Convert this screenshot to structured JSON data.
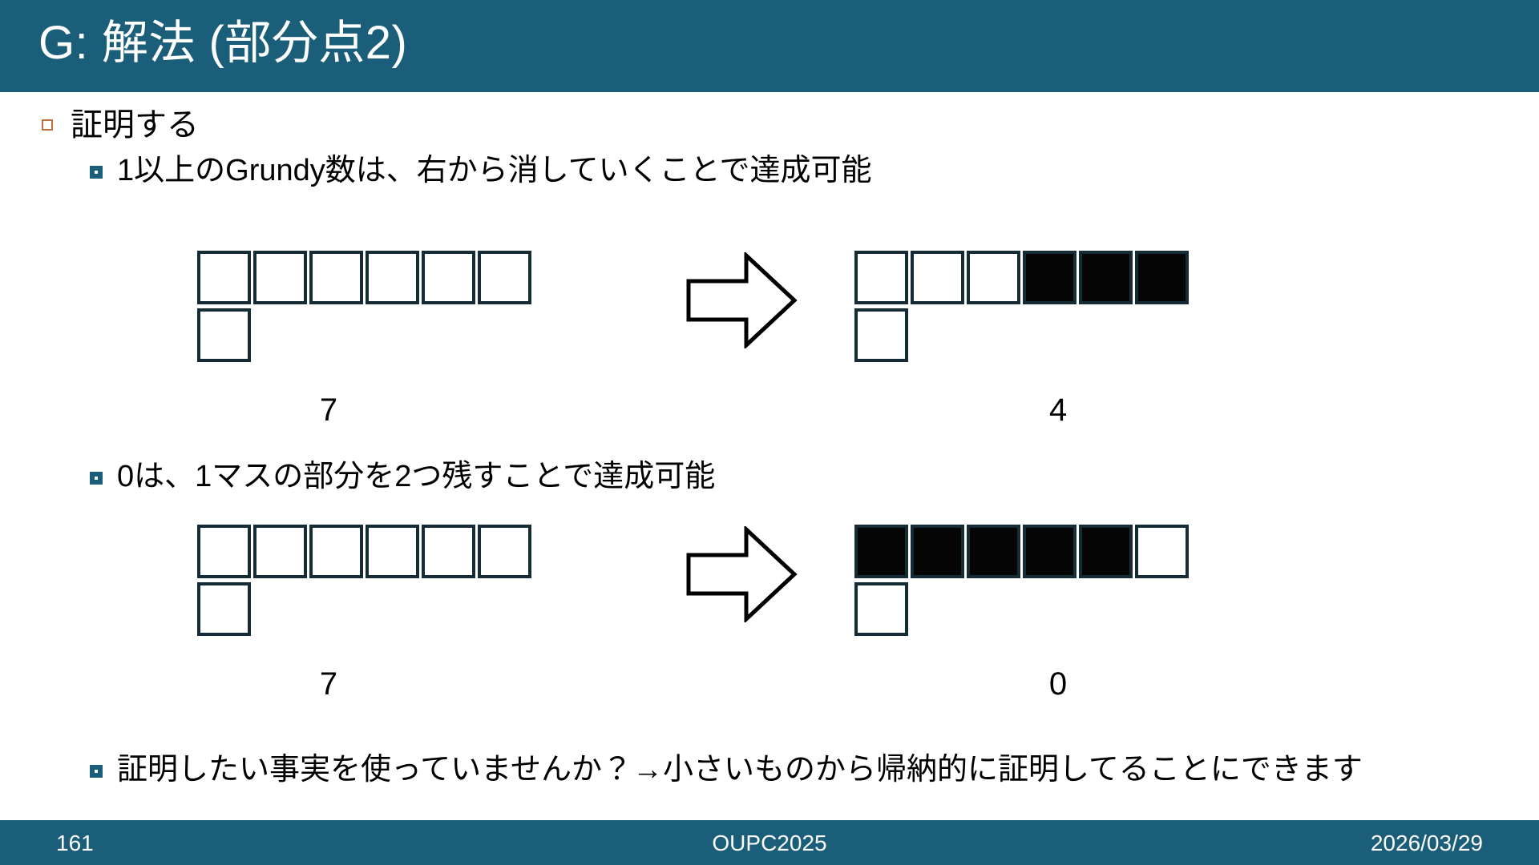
{
  "slide": {
    "title": "G: 解法 (部分点2)",
    "header_color": "#1b5e79",
    "background_color": "#ffffff"
  },
  "bullets": {
    "level1": [
      {
        "text": "証明する",
        "marker": "hollow-square",
        "marker_color": "#c0703a"
      }
    ],
    "level2": [
      {
        "text": "1以上のGrundy数は、右から消していくことで達成可能",
        "marker": "filled-square",
        "marker_color": "#1b5e79"
      },
      {
        "text": "0は、1マスの部分を2つ残すことで達成可能",
        "marker": "filled-square",
        "marker_color": "#1b5e79"
      },
      {
        "text": "証明したい事実を使っていませんか？→小さいものから帰納的に証明してることにできます",
        "marker": "filled-square",
        "marker_color": "#1b5e79"
      }
    ]
  },
  "diagrams": [
    {
      "id": "diagram-1",
      "before": {
        "top_row": [
          "white",
          "white",
          "white",
          "white",
          "white",
          "white"
        ],
        "bottom_row": [
          "white"
        ],
        "label": "7"
      },
      "arrow": "right-arrow",
      "after": {
        "top_row": [
          "white",
          "white",
          "white",
          "black",
          "black",
          "black"
        ],
        "bottom_row": [
          "white"
        ],
        "label": "4"
      }
    },
    {
      "id": "diagram-2",
      "before": {
        "top_row": [
          "white",
          "white",
          "white",
          "white",
          "white",
          "white"
        ],
        "bottom_row": [
          "white"
        ],
        "label": "7"
      },
      "arrow": "right-arrow",
      "after": {
        "top_row": [
          "black",
          "black",
          "black",
          "black",
          "black",
          "white"
        ],
        "bottom_row": [
          "white"
        ],
        "label": "0"
      }
    }
  ],
  "cell_colors": {
    "white": "#ffffff",
    "black": "#050505",
    "border": "#152b36"
  },
  "footer": {
    "page_number": "161",
    "center_text": "OUPC2025",
    "date": "2026/03/29"
  }
}
